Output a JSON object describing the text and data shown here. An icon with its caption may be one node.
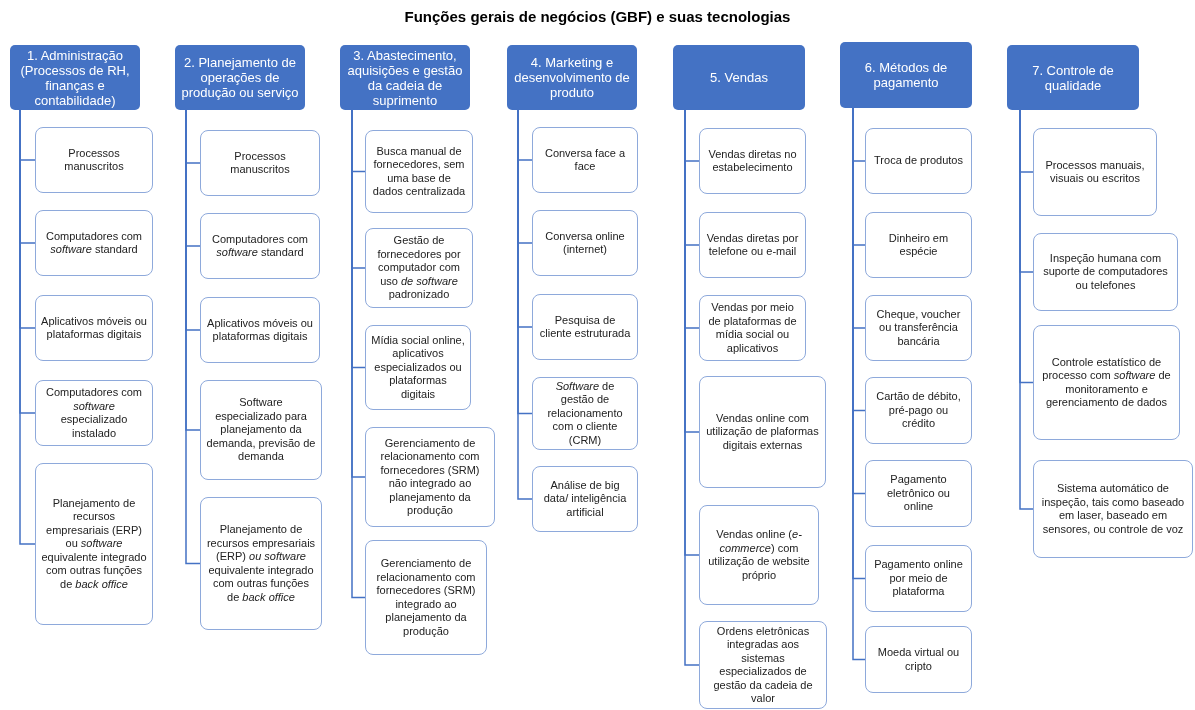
{
  "diagram": {
    "title": "Funções gerais de negócios (GBF) e suas tecnologias",
    "nodes": [
      {
        "text": [
          "1. Administração (Processos de RH, finanças e contabilidade)"
        ]
      },
      {
        "text": [
          "Processos manuscritos"
        ]
      },
      {
        "text": [
          "Computadores com *software* standard"
        ]
      },
      {
        "text": [
          "Aplicativos móveis ou plataformas digitais"
        ]
      },
      {
        "text": [
          "Computadores com *software* especializado instalado"
        ]
      },
      {
        "text": [
          "Planejamento de recursos empresariais (ERP) ou *software* equivalente integrado com outras funções de *back office*"
        ]
      },
      {
        "text": [
          "2. Planejamento de operações de produção ou serviço"
        ]
      },
      {
        "text": [
          "Processos manuscritos"
        ]
      },
      {
        "text": [
          "Computadores com *software* standard"
        ]
      },
      {
        "text": [
          "Aplicativos móveis ou plataformas digitais"
        ]
      },
      {
        "text": [
          "Software especializado para planejamento da demanda, previsão de demanda"
        ]
      },
      {
        "text": [
          "Planejamento de recursos empresariais (ERP) *ou software* equivalente integrado com outras funções de *back office*"
        ]
      },
      {
        "text": [
          "3. Abastecimento, aquisições e gestão da cadeia de suprimento"
        ]
      },
      {
        "text": [
          "Busca manual de fornecedores, sem uma base de dados centralizada"
        ]
      },
      {
        "text": [
          "Gestão de fornecedores por computador com uso *de software* padronizado"
        ]
      },
      {
        "text": [
          "Mídia social online, aplicativos especializados ou plataformas digitais"
        ]
      },
      {
        "text": [
          "Gerenciamento de relacionamento com fornecedores (SRM) não integrado ao planejamento da produção"
        ]
      },
      {
        "text": [
          "Gerenciamento de relacionamento com fornecedores (SRM) integrado ao planejamento da produção"
        ]
      },
      {
        "text": [
          "4. Marketing e desenvolvimento de produto"
        ]
      },
      {
        "text": [
          "Conversa face a face"
        ]
      },
      {
        "text": [
          "Conversa online (internet)"
        ]
      },
      {
        "text": [
          "Pesquisa de cliente estruturada"
        ]
      },
      {
        "text": [
          "*Software* de gestão de relacionamento com o cliente (CRM)"
        ]
      },
      {
        "text": [
          "Análise de big data/ inteligência artificial"
        ]
      },
      {
        "text": [
          "5. Vendas"
        ]
      },
      {
        "text": [
          "Vendas diretas no estabelecimento"
        ]
      },
      {
        "text": [
          "Vendas diretas por telefone ou e-mail"
        ]
      },
      {
        "text": [
          "Vendas por meio de plataformas de mídia social ou aplicativos"
        ]
      },
      {
        "text": [
          "Vendas online com utilização de plaformas digitais externas"
        ]
      },
      {
        "text": [
          "Vendas online (*e-commerce*) com utilização de website próprio"
        ]
      },
      {
        "text": [
          "Ordens eletrônicas integradas aos sistemas especializados de gestão da cadeia de valor"
        ]
      },
      {
        "text": [
          "6. Métodos de pagamento"
        ]
      },
      {
        "text": [
          "Troca de produtos"
        ]
      },
      {
        "text": [
          "Dinheiro em espécie"
        ]
      },
      {
        "text": [
          "Cheque, voucher ou transferência bancária"
        ]
      },
      {
        "text": [
          "Cartão de débito, pré-pago ou crédito"
        ]
      },
      {
        "text": [
          "Pagamento eletrônico ou online"
        ]
      },
      {
        "text": [
          "Pagamento online por meio de plataforma"
        ]
      },
      {
        "text": [
          "Moeda virtual ou cripto"
        ]
      },
      {
        "text": [
          "7. Controle de qualidade"
        ]
      },
      {
        "text": [
          "Processos manuais, visuais ou escritos"
        ]
      },
      {
        "text": [
          "Inspeção humana com suporte de computadores ou telefones"
        ]
      },
      {
        "text": [
          "Controle estatístico de processo com *software* de monitoramento e gerenciamento de dados"
        ]
      },
      {
        "text": [
          "Sistema automático de inspeção, tais como baseado em laser, baseado em sensores, ou controle de voz"
        ]
      }
    ],
    "edges": [
      {
        "from": 0,
        "to": 1,
        "arrow": "none"
      },
      {
        "from": 0,
        "to": 2,
        "arrow": "none"
      },
      {
        "from": 0,
        "to": 3,
        "arrow": "none"
      },
      {
        "from": 0,
        "to": 4,
        "arrow": "none"
      },
      {
        "from": 0,
        "to": 5,
        "arrow": "none"
      },
      {
        "from": 6,
        "to": 7,
        "arrow": "none"
      },
      {
        "from": 6,
        "to": 8,
        "arrow": "none"
      },
      {
        "from": 6,
        "to": 9,
        "arrow": "none"
      },
      {
        "from": 6,
        "to": 10,
        "arrow": "none"
      },
      {
        "from": 6,
        "to": 11,
        "arrow": "none"
      },
      {
        "from": 12,
        "to": 13,
        "arrow": "none"
      },
      {
        "from": 12,
        "to": 14,
        "arrow": "none"
      },
      {
        "from": 12,
        "to": 15,
        "arrow": "none"
      },
      {
        "from": 12,
        "to": 16,
        "arrow": "none"
      },
      {
        "from": 12,
        "to": 17,
        "arrow": "none"
      },
      {
        "from": 18,
        "to": 19,
        "arrow": "none"
      },
      {
        "from": 18,
        "to": 20,
        "arrow": "none"
      },
      {
        "from": 18,
        "to": 21,
        "arrow": "none"
      },
      {
        "from": 18,
        "to": 22,
        "arrow": "none"
      },
      {
        "from": 18,
        "to": 23,
        "arrow": "none"
      },
      {
        "from": 24,
        "to": 25,
        "arrow": "none"
      },
      {
        "from": 24,
        "to": 26,
        "arrow": "none"
      },
      {
        "from": 24,
        "to": 27,
        "arrow": "none"
      },
      {
        "from": 24,
        "to": 28,
        "arrow": "none"
      },
      {
        "from": 24,
        "to": 29,
        "arrow": "none"
      },
      {
        "from": 24,
        "to": 30,
        "arrow": "none"
      },
      {
        "from": 31,
        "to": 32,
        "arrow": "none"
      },
      {
        "from": 31,
        "to": 33,
        "arrow": "none"
      },
      {
        "from": 31,
        "to": 34,
        "arrow": "none"
      },
      {
        "from": 31,
        "to": 35,
        "arrow": "none"
      },
      {
        "from": 31,
        "to": 36,
        "arrow": "none"
      },
      {
        "from": 31,
        "to": 37,
        "arrow": "none"
      },
      {
        "from": 31,
        "to": 38,
        "arrow": "none"
      },
      {
        "from": 39,
        "to": 40,
        "arrow": "none"
      },
      {
        "from": 39,
        "to": 41,
        "arrow": "none"
      },
      {
        "from": 39,
        "to": 42,
        "arrow": "none"
      },
      {
        "from": 39,
        "to": 43,
        "arrow": "none"
      }
    ]
  }
}
